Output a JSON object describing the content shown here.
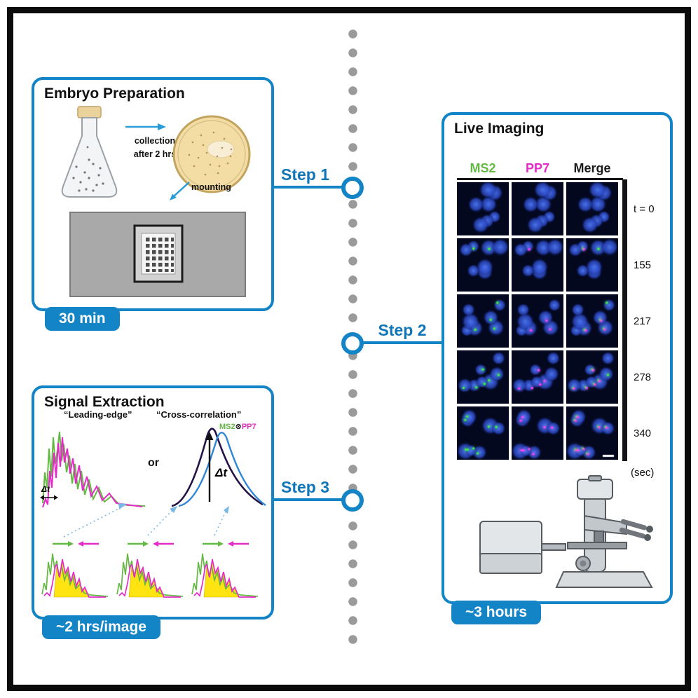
{
  "steps": [
    {
      "label": "Step 1"
    },
    {
      "label": "Step 2"
    },
    {
      "label": "Step 3"
    }
  ],
  "embryo_prep": {
    "title": "Embryo Preparation",
    "collection_line1": "collection",
    "collection_line2": "after 2 hrs",
    "mounting_label": "mounting",
    "duration_badge": "30 min"
  },
  "live_imaging": {
    "title": "Live Imaging",
    "columns": [
      {
        "label": "MS2"
      },
      {
        "label": "PP7"
      },
      {
        "label": "Merge"
      }
    ],
    "time_labels": [
      "t = 0",
      "155",
      "217",
      "278",
      "340"
    ],
    "time_unit": "(sec)",
    "duration_badge": "~3 hours"
  },
  "signal_extraction": {
    "title": "Signal Extraction",
    "method1_label": "“Leading-edge”",
    "method2_label": "“Cross-correlation”",
    "or_label": "or",
    "delta_t_label": "Δt",
    "ms2_label": "MS2",
    "cross_symbol": "⊗",
    "pp7_label": "PP7",
    "duration_badge": "~2 hrs/image"
  },
  "colors": {
    "accent_blue": "#1385c6",
    "ms2_green": "#64b944",
    "pp7_magenta": "#e52bc7",
    "timeline_gray": "#9a9a9a",
    "highlight_yellow": "#ffe412"
  }
}
